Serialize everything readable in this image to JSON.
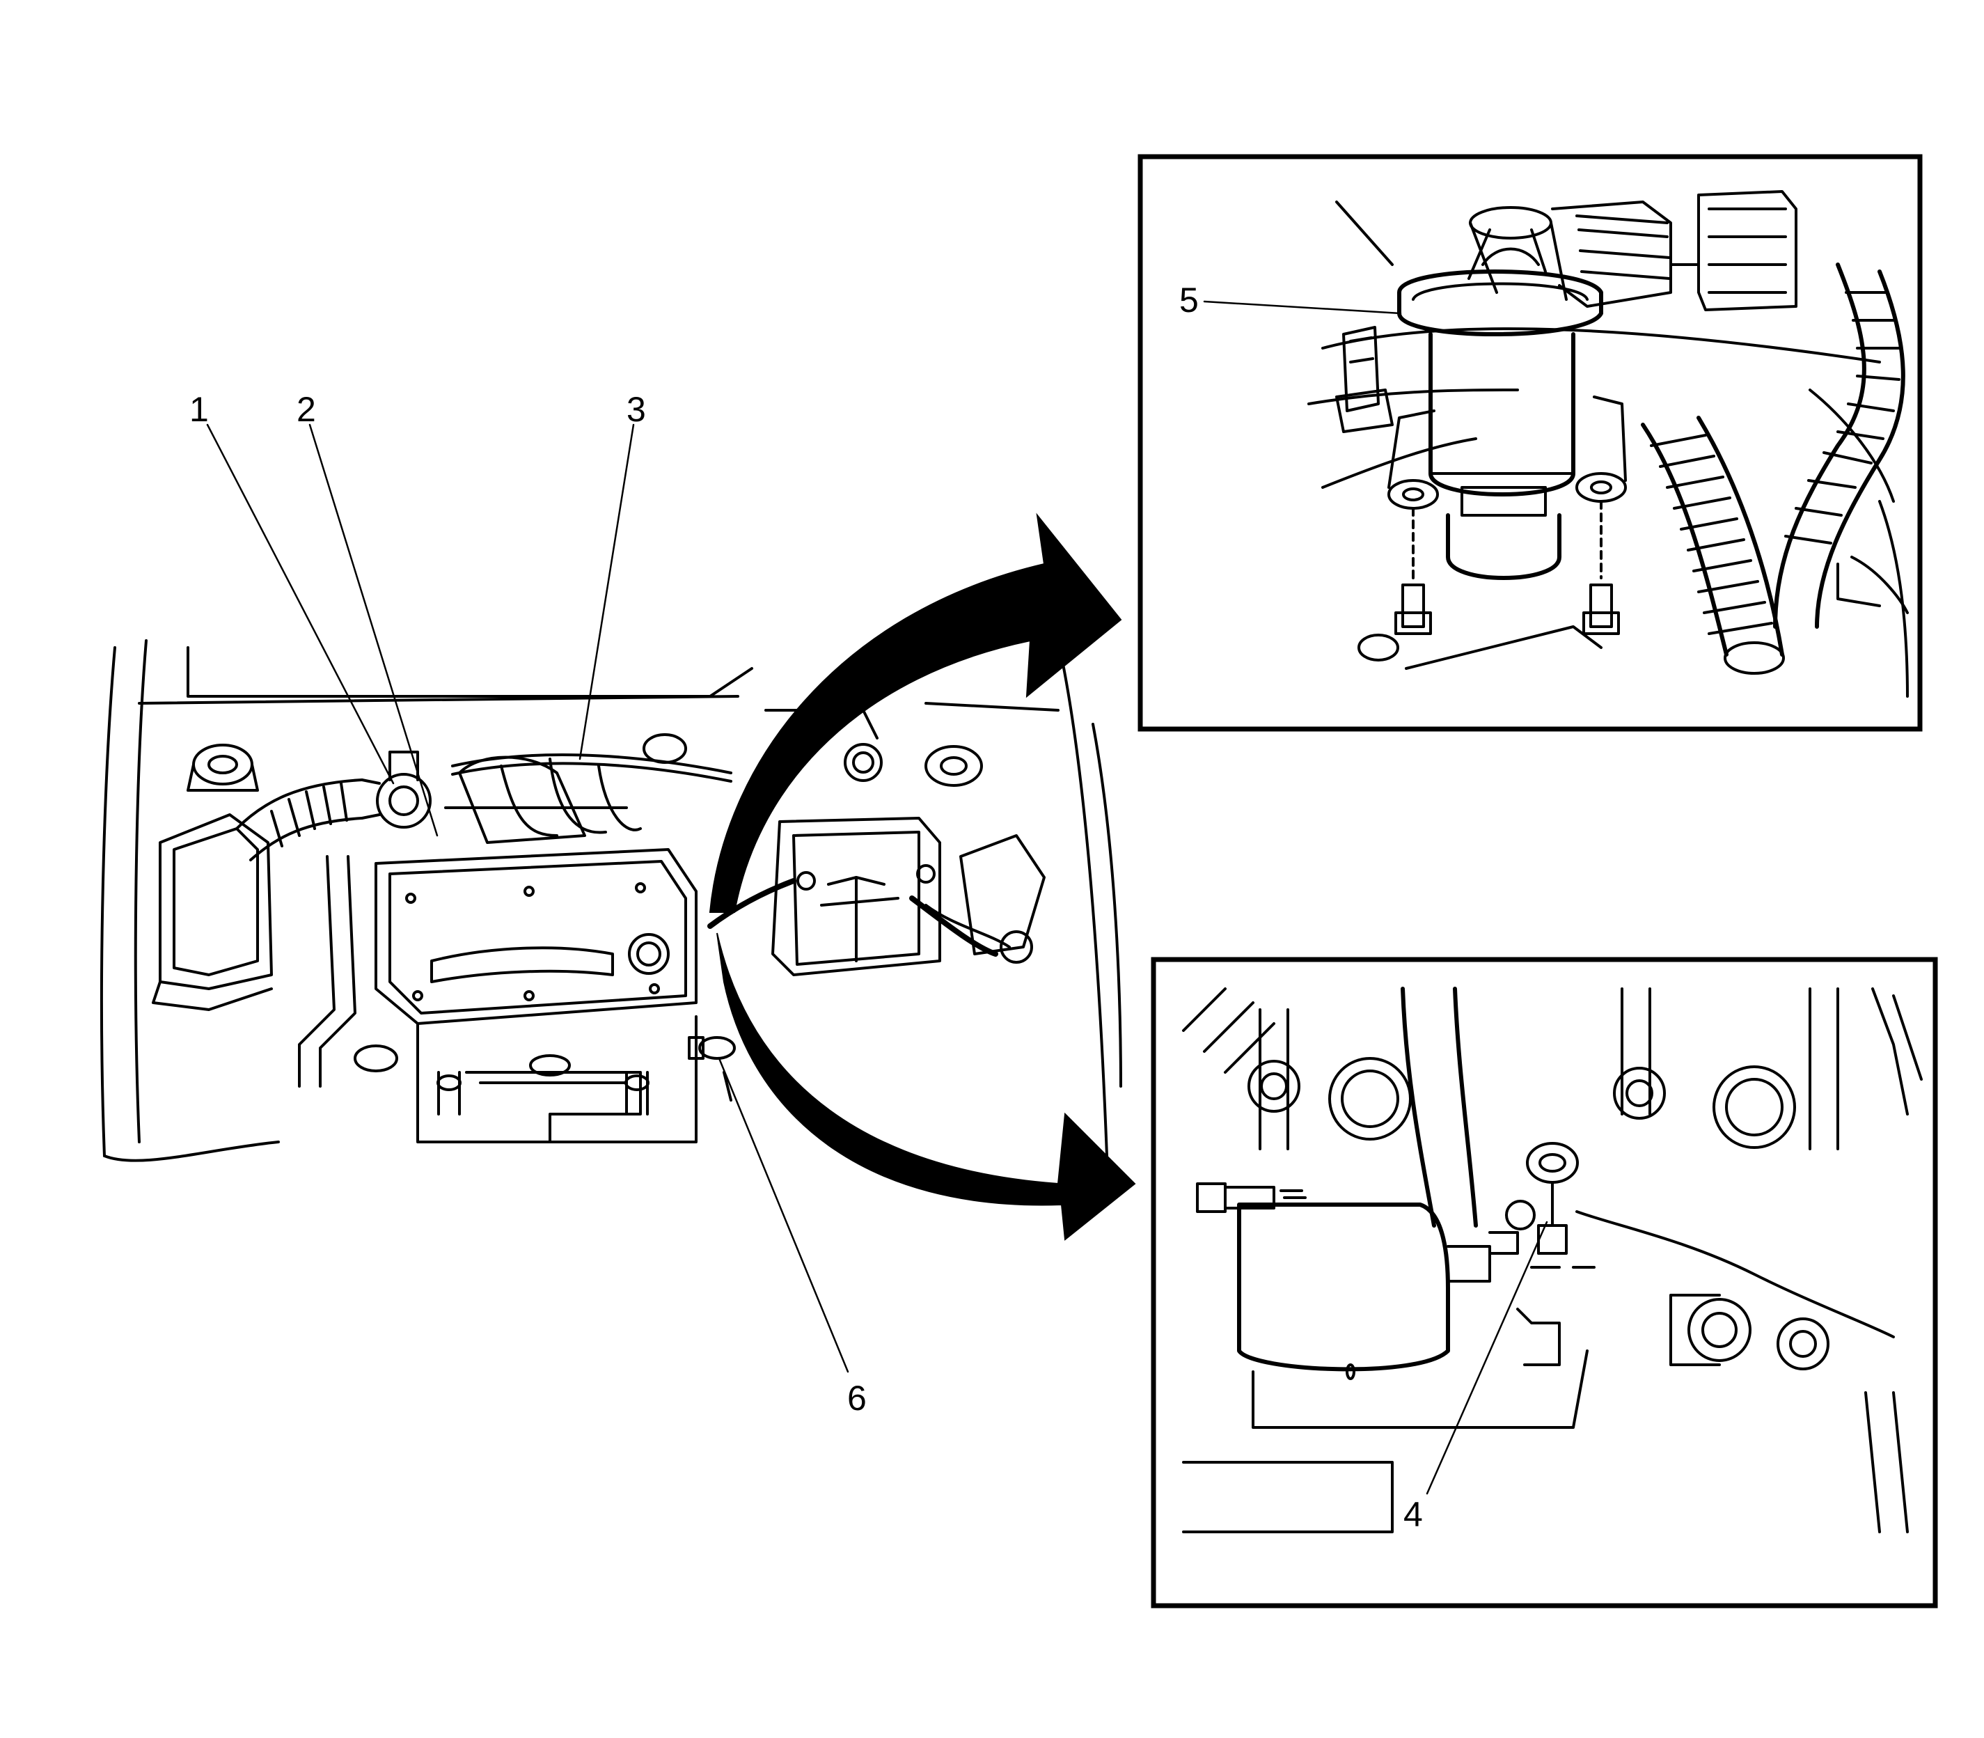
{
  "callouts": {
    "c1": "1",
    "c2": "2",
    "c3": "3",
    "c4": "4",
    "c5": "5",
    "c6": "6"
  },
  "icons": {
    "engine_bay": "engine-bay-illustration",
    "detail_egr_valve": "egr-valve-detail",
    "detail_sensor": "sensor-detail",
    "arrow_upper": "curved-arrow-upper",
    "arrow_lower": "curved-arrow-lower"
  }
}
